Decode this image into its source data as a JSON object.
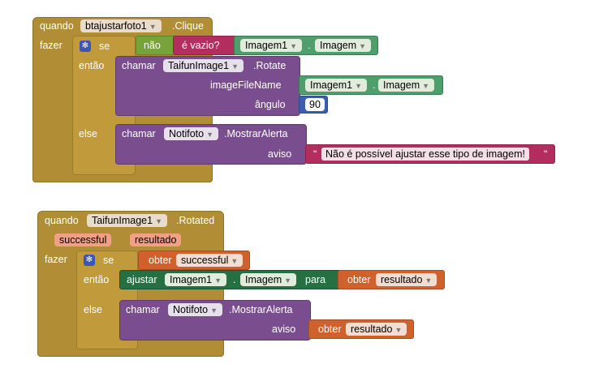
{
  "block1": {
    "when_label": "quando",
    "component": "btajustarfoto1",
    "event": ".Clique",
    "do_label": "fazer",
    "if_label": "se",
    "not_label": "não",
    "is_empty_label": "é vazio?",
    "cond_component": "Imagem1",
    "dot": ".",
    "cond_property": "Imagem",
    "then_label": "então",
    "call_label": "chamar",
    "rotate_component": "TaifunImage1",
    "rotate_method": ".Rotate",
    "image_param": "imageFileName",
    "img_component": "Imagem1",
    "img_property": "Imagem",
    "angle_param": "ângulo",
    "angle_value": "90",
    "else_label": "else",
    "notifier_component": "Notifoto",
    "notifier_method": ".MostrarAlerta",
    "notice_param": "aviso",
    "quote_open": "\"",
    "alert_text": "Não é possível ajustar esse tipo de imagem!",
    "quote_close": "\""
  },
  "block2": {
    "when_label": "quando",
    "component": "TaifunImage1",
    "event": ".Rotated",
    "param1": "successful",
    "param2": "resultado",
    "do_label": "fazer",
    "if_label": "se",
    "get_label": "obter",
    "get_var1": "successful",
    "then_label": "então",
    "set_label": "ajustar",
    "set_component": "Imagem1",
    "dot": ".",
    "set_property": "Imagem",
    "to_label": "para",
    "get_var2": "resultado",
    "else_label": "else",
    "call_label": "chamar",
    "notifier_component": "Notifoto",
    "notifier_method": ".MostrarAlerta",
    "notice_param": "aviso",
    "get_var3": "resultado"
  },
  "icons": {
    "gear": "gear-icon",
    "dropdown": "dropdown-arrow-icon"
  }
}
